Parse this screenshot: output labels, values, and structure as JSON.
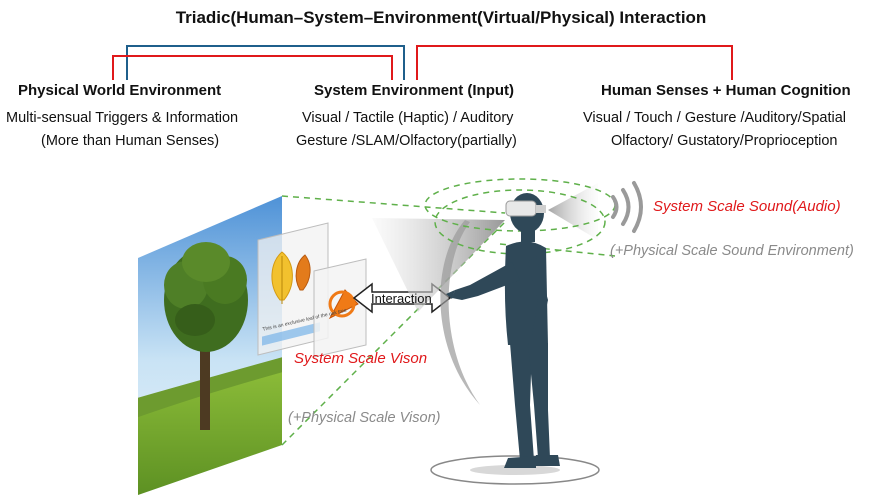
{
  "title": "Triadic(Human–System–Environment(Virtual/Physical)  Interaction",
  "columns": {
    "physical": {
      "heading": "Physical World Environment",
      "line1": "Multi-sensual Triggers & Information",
      "line2": "(More than Human Senses)"
    },
    "system": {
      "heading": "System Environment (Input)",
      "line1": "Visual /  Tactile (Haptic) / Auditory",
      "line2": "Gesture /SLAM/Olfactory(partially)"
    },
    "human": {
      "heading": "Human Senses + Human Cognition",
      "line1": "Visual /  Touch / Gesture /Auditory/Spatial",
      "line2": "Olfactory/ Gustatory/Proprioception"
    }
  },
  "labels": {
    "interaction": "Interaction",
    "system_vision": "System Scale Vison",
    "physical_vision": "(+Physical Scale Vison)",
    "system_sound": "System Scale Sound(Audio)",
    "physical_sound": "(+Physical Scale Sound Environment)",
    "screen_caption": "This is an exclusive leaf of the oak tree"
  },
  "colors": {
    "bracket_blue": "#1f5f8b",
    "bracket_red": "#e0191b",
    "accent_red": "#e0191b",
    "gray_text": "#8a8a8a",
    "silhouette": "#2f4858",
    "dashed_green": "#5fb04a",
    "orange": "#f07a16"
  }
}
